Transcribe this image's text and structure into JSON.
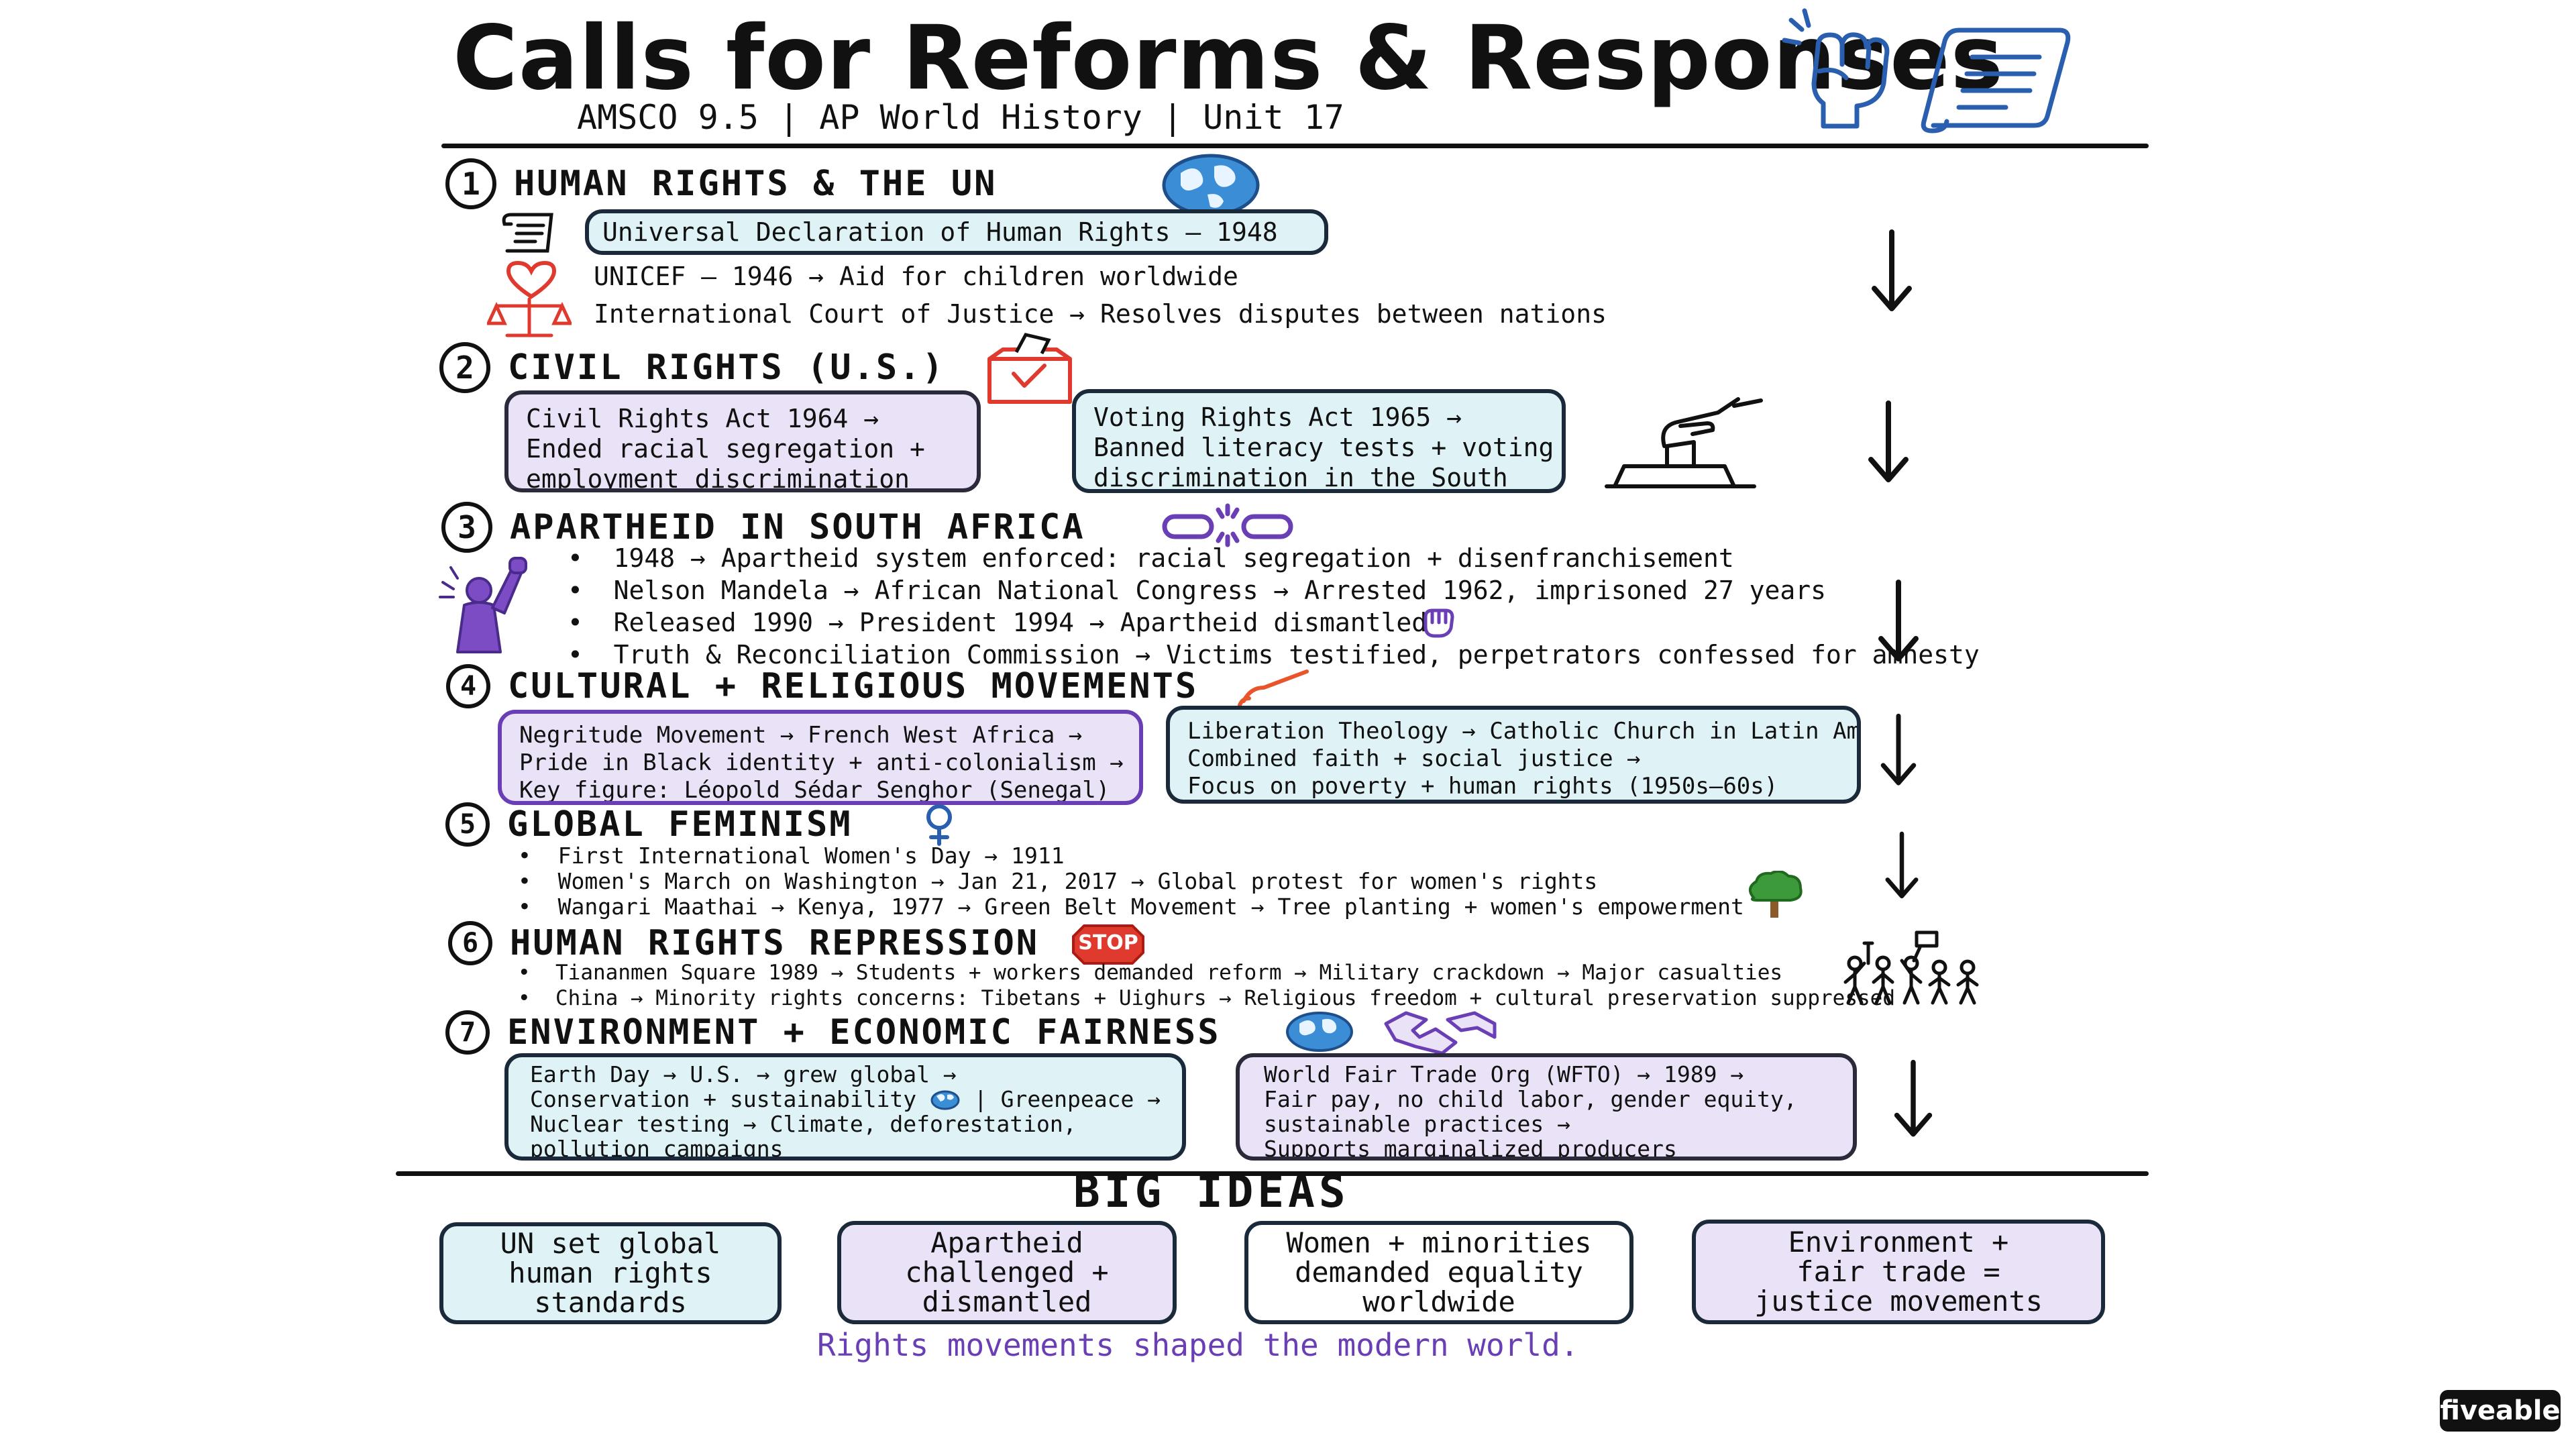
{
  "header": {
    "title": "Calls for Reforms & Responses",
    "subtitle": "AMSCO 9.5 | AP World History | Unit 17"
  },
  "sections": [
    {
      "number": "1",
      "title": "HUMAN RIGHTS & THE UN",
      "boxed": "Universal Declaration of Human Rights — 1948",
      "lines": [
        "UNICEF — 1946 → Aid for children worldwide",
        "International Court of Justice → Resolves disputes between nations"
      ]
    },
    {
      "number": "2",
      "title": "CIVIL RIGHTS (U.S.)",
      "boxes": [
        [
          "Civil Rights Act 1964 →",
          "Ended racial segregation +",
          "employment discrimination"
        ],
        [
          "Voting Rights Act 1965 →",
          "Banned literacy tests + voting",
          "discrimination in the South"
        ]
      ]
    },
    {
      "number": "3",
      "title": "APARTHEID IN SOUTH AFRICA",
      "bullets": [
        "1948 → Apartheid system enforced: racial segregation + disenfranchisement",
        "Nelson Mandela → African National Congress → Arrested 1962, imprisoned 27 years",
        "Released 1990 → President 1994 → Apartheid dismantled",
        "Truth & Reconciliation Commission → Victims testified, perpetrators confessed for amnesty"
      ]
    },
    {
      "number": "4",
      "title": "CULTURAL + RELIGIOUS MOVEMENTS",
      "boxes": [
        [
          "Negritude Movement → French West Africa →",
          "Pride in Black identity + anti-colonialism →",
          "Key figure: Léopold Sédar Senghor (Senegal)"
        ],
        [
          "Liberation Theology → Catholic Church in Latin America →",
          "Combined faith + social justice →",
          "Focus on poverty + human rights (1950s–60s)"
        ]
      ]
    },
    {
      "number": "5",
      "title": "GLOBAL FEMINISM",
      "bullets": [
        "First International Women's Day → 1911",
        "Women's March on Washington → Jan 21, 2017 → Global protest for women's rights",
        "Wangari Maathai → Kenya, 1977 → Green Belt Movement → Tree planting + women's empowerment"
      ]
    },
    {
      "number": "6",
      "title": "HUMAN RIGHTS REPRESSION",
      "stop_label": "STOP",
      "bullets": [
        "Tiananmen Square 1989 → Students + workers demanded reform → Military crackdown → Major casualties",
        "China → Minority rights concerns: Tibetans + Uighurs → Religious freedom + cultural preservation suppressed"
      ]
    },
    {
      "number": "7",
      "title": "ENVIRONMENT + ECONOMIC FAIRNESS",
      "box_left": [
        "Earth Day → U.S. → grew global →",
        "Conservation + sustainability",
        "| Greenpeace →",
        "Nuclear testing → Climate, deforestation,",
        "pollution campaigns"
      ],
      "box_right": [
        "World Fair Trade Org (WFTO) → 1989 →",
        "Fair pay, no child labor, gender equity,",
        "sustainable practices →",
        "Supports marginalized producers"
      ]
    }
  ],
  "big_ideas": {
    "heading": "BIG IDEAS",
    "cards": [
      [
        "UN set global",
        "human rights",
        "standards"
      ],
      [
        "Apartheid",
        "challenged +",
        "dismantled"
      ],
      [
        "Women + minorities",
        "demanded equality",
        "worldwide"
      ],
      [
        "Environment +",
        "fair trade =",
        "justice movements"
      ]
    ],
    "tagline": "Rights movements shaped the modern world."
  },
  "branding": {
    "logo": "fiveable"
  },
  "colors": {
    "blue_fill": "#dff3f6",
    "purple": "#6a3fb5",
    "orange": "#e8552b",
    "red": "#e03a2f"
  },
  "icons": [
    "raised-fist-icon",
    "scroll-icon",
    "globe-icon",
    "heart-icon",
    "scales-icon",
    "ballot-box-icon",
    "voting-hand-icon",
    "broken-chain-icon",
    "protester-icon",
    "raised-hand-icon",
    "paintbrush-icon",
    "female-symbol-icon",
    "tree-icon",
    "stop-sign-icon",
    "protest-crowd-icon",
    "handshake-icon",
    "down-arrow-icon"
  ]
}
